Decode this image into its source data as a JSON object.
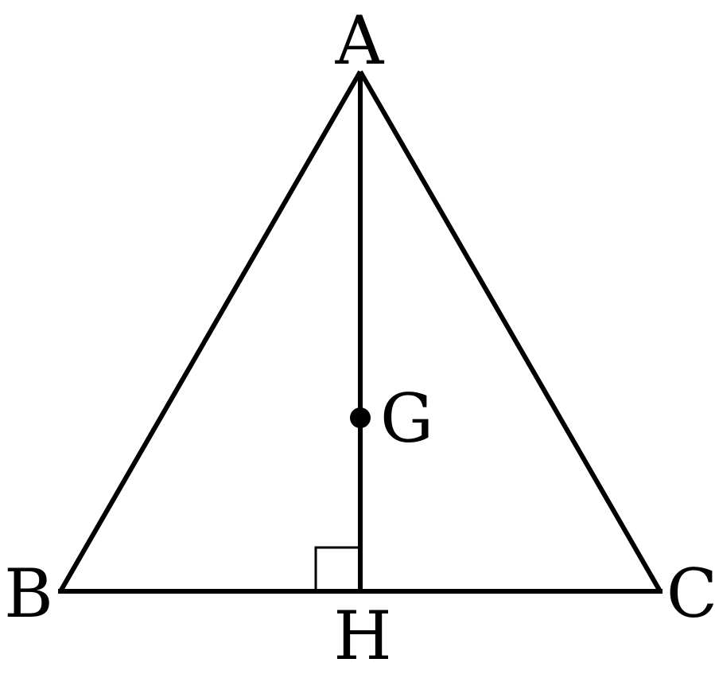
{
  "diagram": {
    "labels": {
      "A": "A",
      "B": "B",
      "C": "C",
      "H": "H",
      "G": "G"
    },
    "stroke_color": "#000000",
    "background_color": "#ffffff",
    "right_angle_marker_at": "H",
    "point_marker_at": "G"
  }
}
